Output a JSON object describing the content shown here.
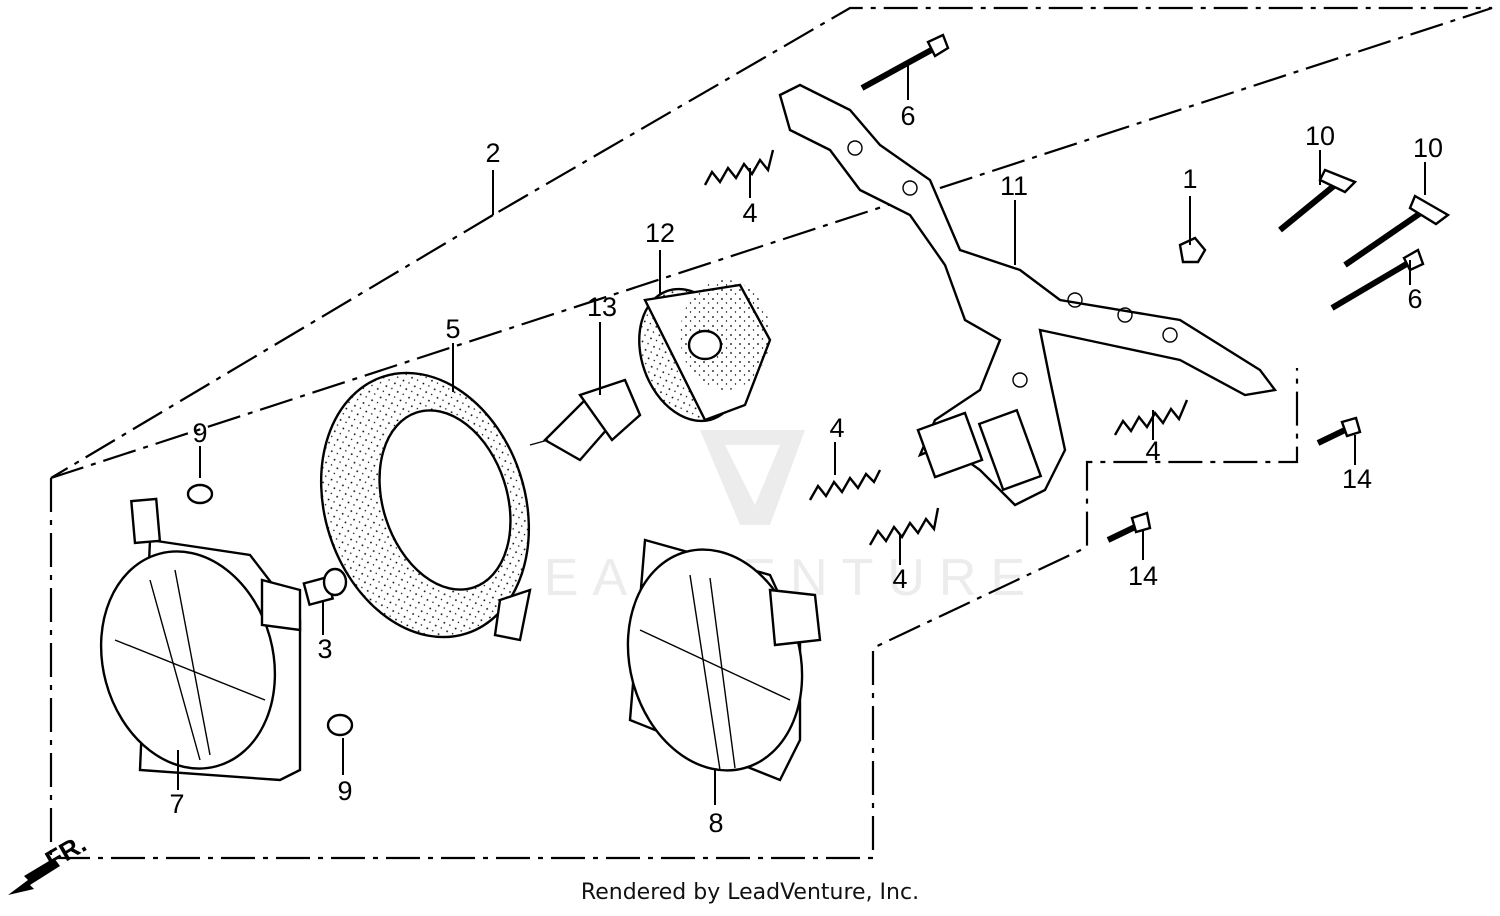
{
  "diagram": {
    "watermark": "LEADVENTURE",
    "front_marker": "FR.",
    "callouts": {
      "c1": "1",
      "c2": "2",
      "c3": "3",
      "c4a": "4",
      "c4b": "4",
      "c4c": "4",
      "c4d": "4",
      "c5": "5",
      "c6a": "6",
      "c6b": "6",
      "c7": "7",
      "c8": "8",
      "c9a": "9",
      "c9b": "9",
      "c10a": "10",
      "c10b": "10",
      "c11": "11",
      "c12": "12",
      "c13": "13",
      "c14a": "14",
      "c14b": "14"
    }
  },
  "footer": {
    "credit": "Rendered by LeadVenture, Inc."
  }
}
